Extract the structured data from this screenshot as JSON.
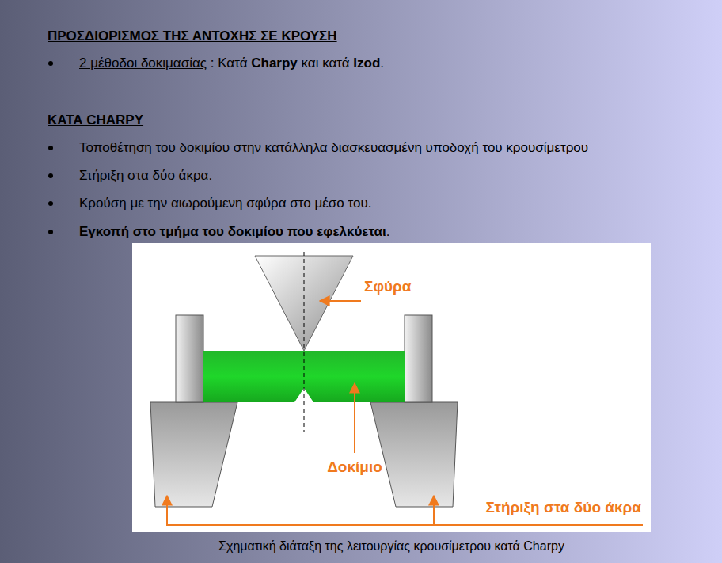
{
  "diagram": {
    "title": "ΠΡΟΣΔΙΟΡΙΣΜΟΣ ΤΗΣ ΑΝΤΟΧΗΣ ΣΕ ΚΡΟΥΣΗ",
    "caption": "Σχηματική διάταξη της λειτουργίας κρουσίμετρου κατά Charpy",
    "labels": [
      "2 μέθοδοι δοκιμασίας",
      ": Κατά",
      "Charpy",
      "και κατά",
      "Izod",
      ".",
      "ΚΑΤΑ CHARPY",
      "Τοποθέτηση του δοκιμίου στην κατάλληλα διασκευασμένη υποδοχή του κρουσίμετρου",
      "Στήριξη στα δύο άκρα.",
      "Κρούση με την αιωρούμενη σφύρα στο μέσο του.",
      "Εγκοπή στο τμήμα του δοκιμίου που εφελκύεται",
      ".",
      "Σφύρα",
      "Δοκίμιο",
      "Στήριξη στα δύο άκρα"
    ]
  }
}
